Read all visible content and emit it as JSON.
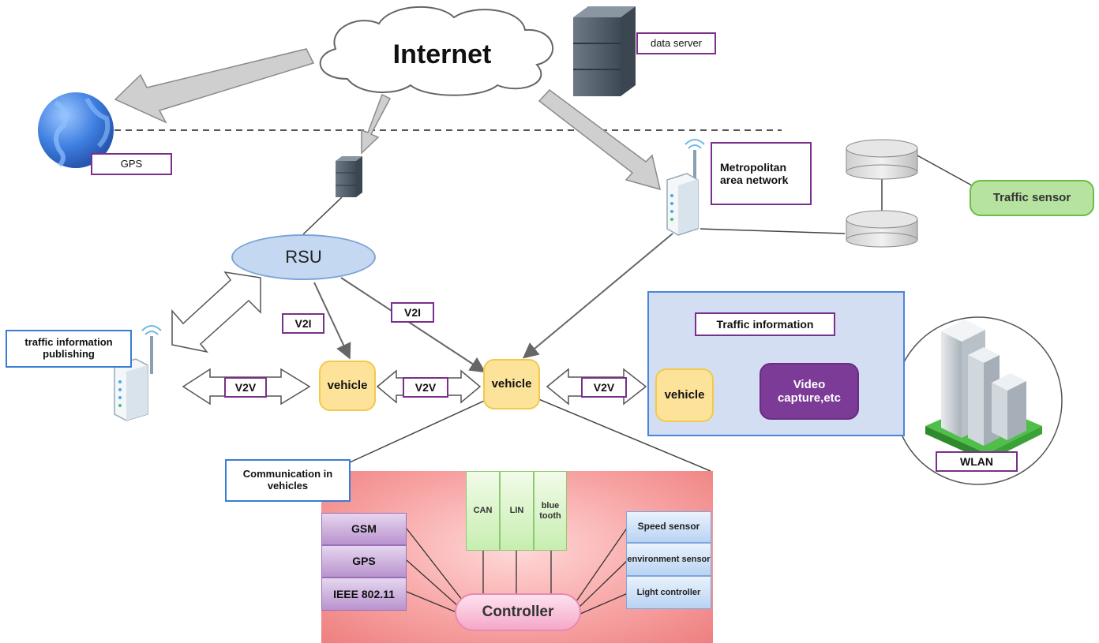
{
  "internet": "Internet",
  "data_server": "data server",
  "gps_globe": "GPS",
  "metropolitan": "Metropolitan area network",
  "traffic_sensor": "Traffic sensor",
  "rsu": "RSU",
  "v2i_left": "V2I",
  "v2i_right": "V2I",
  "traffic_info_publishing": "traffic information publishing",
  "v2v_1": "V2V",
  "v2v_2": "V2V",
  "v2v_3": "V2V",
  "vehicle_1": "vehicle",
  "vehicle_2": "vehicle",
  "traffic_information": "Traffic information",
  "vehicle_3": "vehicle",
  "video_capture": "Video capture,etc",
  "wlan": "WLAN",
  "communication_in_vehicles": "Communication in vehicles",
  "gsm": "GSM",
  "gps_cell": "GPS",
  "ieee": "IEEE 802.11",
  "can": "CAN",
  "lin": "LIN",
  "bluetooth": "blue tooth",
  "speed_sensor": "Speed sensor",
  "environment_sensor": "environment sensor",
  "light_controller": "Light controller",
  "controller": "Controller"
}
